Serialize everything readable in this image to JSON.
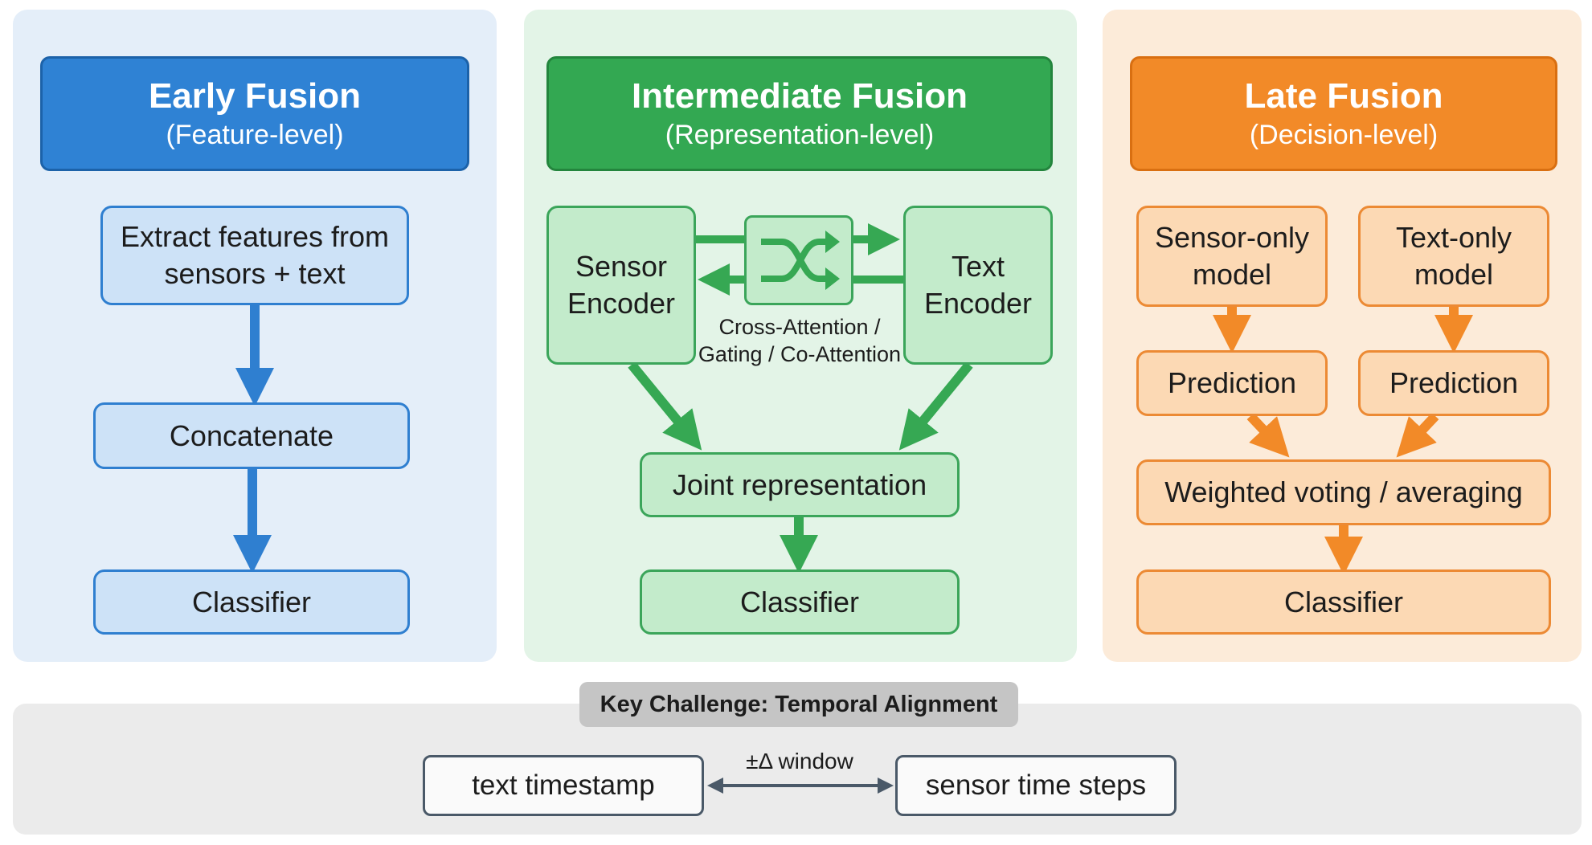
{
  "early": {
    "title": "Early Fusion",
    "subtitle": "(Feature-level)",
    "steps": [
      "Extract features from sensors + text",
      "Concatenate",
      "Classifier"
    ]
  },
  "intermediate": {
    "title": "Intermediate Fusion",
    "subtitle": "(Representation-level)",
    "sensor_encoder": "Sensor Encoder",
    "text_encoder": "Text Encoder",
    "attention_caption": "Cross-Attention / Gating / Co-Attention",
    "joint": "Joint representation",
    "classifier": "Classifier",
    "shuffle_icon": "shuffle-icon"
  },
  "late": {
    "title": "Late Fusion",
    "subtitle": "(Decision-level)",
    "sensor_model": "Sensor-only model",
    "text_model": "Text-only model",
    "prediction_left": "Prediction",
    "prediction_right": "Prediction",
    "voting": "Weighted voting / averaging",
    "classifier": "Classifier"
  },
  "alignment": {
    "title": "Key Challenge: Temporal Alignment",
    "left": "text timestamp",
    "window": "±Δ window",
    "right": "sensor time steps"
  },
  "colors": {
    "early": "#2f82d4",
    "intermediate": "#33a852",
    "late": "#f28a28"
  }
}
